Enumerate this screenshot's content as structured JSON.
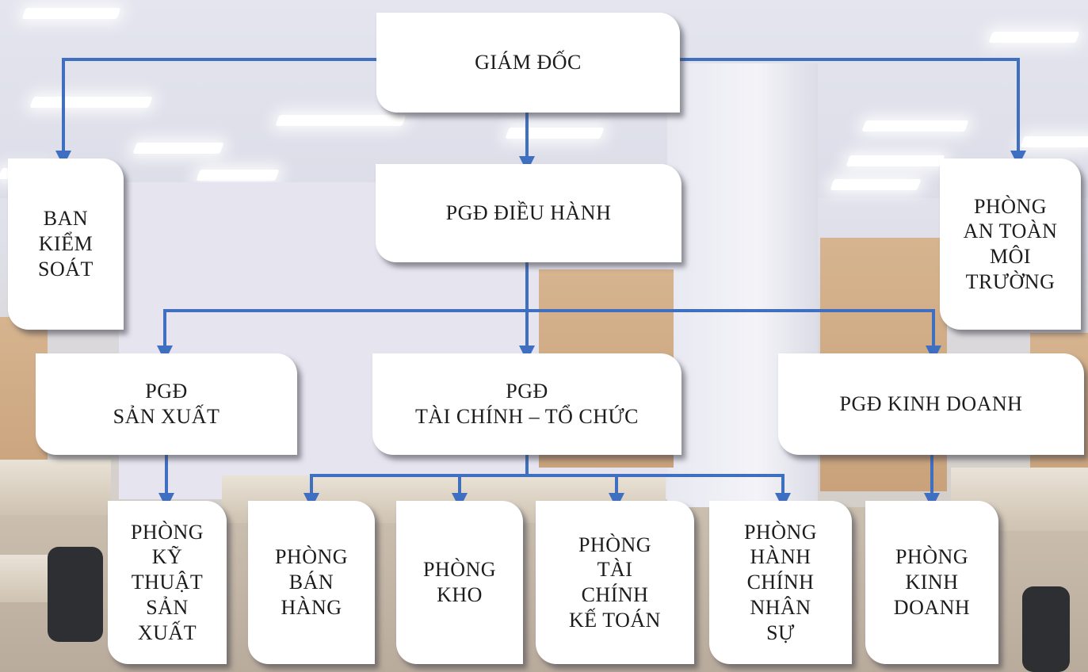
{
  "nodes": {
    "giam_doc": "GIÁM ĐỐC",
    "ban_kiem_soat": "BAN\nKIỂM\nSOÁT",
    "pgd_dieu_hanh": "PGĐ ĐIỀU HÀNH",
    "phong_an_toan_moi_truong": "PHÒNG\nAN TOÀN\nMÔI\nTRƯỜNG",
    "pgd_san_xuat": "PGĐ\nSẢN XUẤT",
    "pgd_tai_chinh_to_chuc": "PGĐ\nTÀI CHÍNH – TỔ CHỨC",
    "pgd_kinh_doanh": "PGĐ KINH DOANH",
    "phong_ky_thuat_san_xuat": "PHÒNG\nKỸ\nTHUẬT\nSẢN\nXUẤT",
    "phong_ban_hang": "PHÒNG\nBÁN\nHÀNG",
    "phong_kho": "PHÒNG\nKHO",
    "phong_tai_chinh_ke_toan": "PHÒNG\nTÀI\nCHÍNH\nKẾ TOÁN",
    "phong_hanh_chinh_nhan_su": "PHÒNG\nHÀNH\nCHÍNH\nNHÂN\nSỰ",
    "phong_kinh_doanh": "PHÒNG\nKINH\nDOANH"
  },
  "edges": [
    [
      "giam_doc",
      "ban_kiem_soat"
    ],
    [
      "giam_doc",
      "pgd_dieu_hanh"
    ],
    [
      "giam_doc",
      "phong_an_toan_moi_truong"
    ],
    [
      "pgd_dieu_hanh",
      "pgd_san_xuat"
    ],
    [
      "pgd_dieu_hanh",
      "pgd_tai_chinh_to_chuc"
    ],
    [
      "pgd_dieu_hanh",
      "pgd_kinh_doanh"
    ],
    [
      "pgd_san_xuat",
      "phong_ky_thuat_san_xuat"
    ],
    [
      "pgd_tai_chinh_to_chuc",
      "phong_ban_hang"
    ],
    [
      "pgd_tai_chinh_to_chuc",
      "phong_kho"
    ],
    [
      "pgd_tai_chinh_to_chuc",
      "phong_tai_chinh_ke_toan"
    ],
    [
      "pgd_tai_chinh_to_chuc",
      "phong_hanh_chinh_nhan_su"
    ],
    [
      "pgd_kinh_doanh",
      "phong_kinh_doanh"
    ]
  ],
  "colors": {
    "connector": "#3f6fc0",
    "box_fill": "#ffffff",
    "text": "#1c1c1c"
  }
}
